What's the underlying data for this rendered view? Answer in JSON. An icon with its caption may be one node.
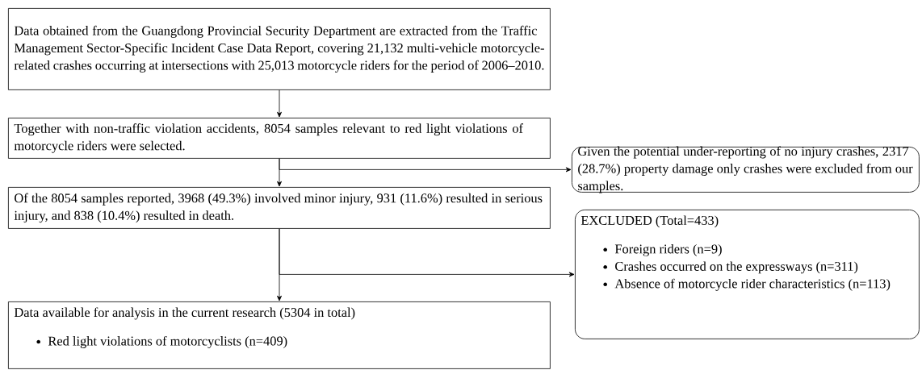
{
  "diagram": {
    "nodes": [
      {
        "text": [
          "Data obtained from the Guangdong Provincial Security Department are extracted from the Traffic Management Sector-Specific Incident Case Data Report, covering 21,132 multi-vehicle motorcycle-related crashes occurring at intersections with 25,013 motorcycle riders for the period of 2006–2010."
        ]
      },
      {
        "text": [
          "Together with non-traffic violation accidents, 8054 samples relevant to red light violations of motorcycle riders were selected."
        ]
      },
      {
        "text": [
          "Of the 8054 samples reported, 3968 (49.3%) involved minor injury, 931 (11.6%) resulted in serious injury, and 838 (10.4%) resulted in death."
        ]
      },
      {
        "text": [
          "Data available for analysis in the current research (5304 in total)",
          "Red light violations of motorcyclists (n=409)"
        ]
      },
      {
        "text": [
          "Given the potential under-reporting of no injury crashes, 2317 (28.7%) property damage only crashes were excluded from our samples."
        ]
      },
      {
        "text": [
          "EXCLUDED (Total=433)",
          "Foreign riders (n=9)",
          "Crashes occurred on the expressways (n=311)",
          "Absence of motorcycle rider characteristics (n=113)"
        ]
      }
    ],
    "edges": [
      {
        "from": 0,
        "to": 1,
        "arrow": "to"
      },
      {
        "from": 1,
        "to": 2,
        "arrow": "to"
      },
      {
        "from": 1,
        "to": 4,
        "arrow": "to"
      },
      {
        "from": 2,
        "to": 3,
        "arrow": "to"
      },
      {
        "from": 2,
        "to": 5,
        "arrow": "to"
      }
    ]
  }
}
